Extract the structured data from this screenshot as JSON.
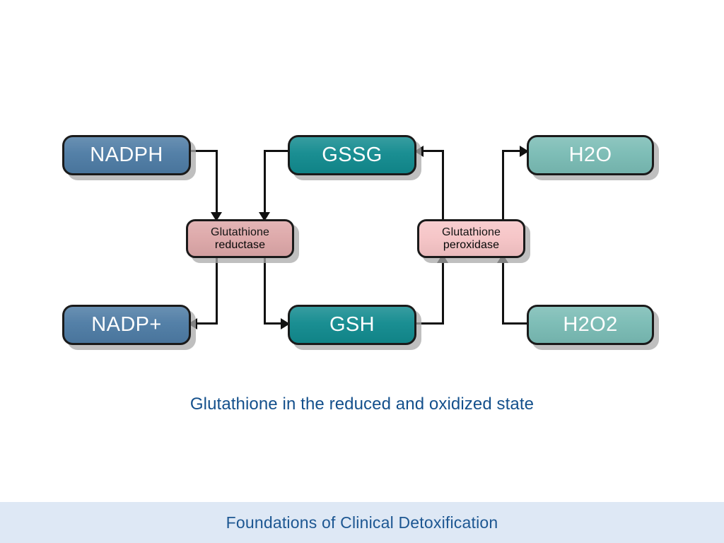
{
  "slide": {
    "background_color": "#ffffff",
    "caption": "Glutathione in the reduced and oxidized state",
    "caption_color": "#14508c"
  },
  "footer": {
    "text": "Foundations of Clinical Detoxification",
    "background_color": "#dee8f5",
    "text_color": "#1d5792"
  },
  "diagram": {
    "type": "flowchart",
    "nodes": {
      "nadph": {
        "label": "NADPH",
        "fill": "#4d7ba4",
        "text_color": "#ffffff",
        "role": "substrate"
      },
      "gssg": {
        "label": "GSSG",
        "fill": "#118a8e",
        "text_color": "#ffffff",
        "role": "substrate"
      },
      "h2o": {
        "label": "H2O",
        "fill": "#79bbb4",
        "text_color": "#ffffff",
        "role": "substrate"
      },
      "nadp_plus": {
        "label": "NADP+",
        "fill": "#4d7ba4",
        "text_color": "#ffffff",
        "role": "substrate"
      },
      "gsh": {
        "label": "GSH",
        "fill": "#118a8e",
        "text_color": "#ffffff",
        "role": "substrate"
      },
      "h2o2": {
        "label": "H2O2",
        "fill": "#79bbb4",
        "text_color": "#ffffff",
        "role": "substrate"
      },
      "glutathione_reductase": {
        "label": "Glutathione\nreductase",
        "fill": "#dda7a8",
        "text_color": "#000000",
        "role": "enzyme"
      },
      "glutathione_peroxidase": {
        "label": "Glutathione\nperoxidase",
        "fill": "#f6c4c6",
        "text_color": "#000000",
        "role": "enzyme"
      }
    },
    "edges": [
      {
        "from": "nadph",
        "to": "glutathione_reductase",
        "direction": "down"
      },
      {
        "from": "gssg",
        "to": "glutathione_reductase",
        "direction": "down"
      },
      {
        "from": "glutathione_reductase",
        "to": "nadp_plus",
        "direction": "left"
      },
      {
        "from": "glutathione_reductase",
        "to": "gsh",
        "direction": "right"
      },
      {
        "from": "glutathione_peroxidase",
        "to": "gssg",
        "direction": "left"
      },
      {
        "from": "glutathione_peroxidase",
        "to": "h2o",
        "direction": "right"
      },
      {
        "from": "gsh",
        "to": "glutathione_peroxidase",
        "direction": "up"
      },
      {
        "from": "h2o2",
        "to": "glutathione_peroxidase",
        "direction": "up"
      }
    ]
  }
}
